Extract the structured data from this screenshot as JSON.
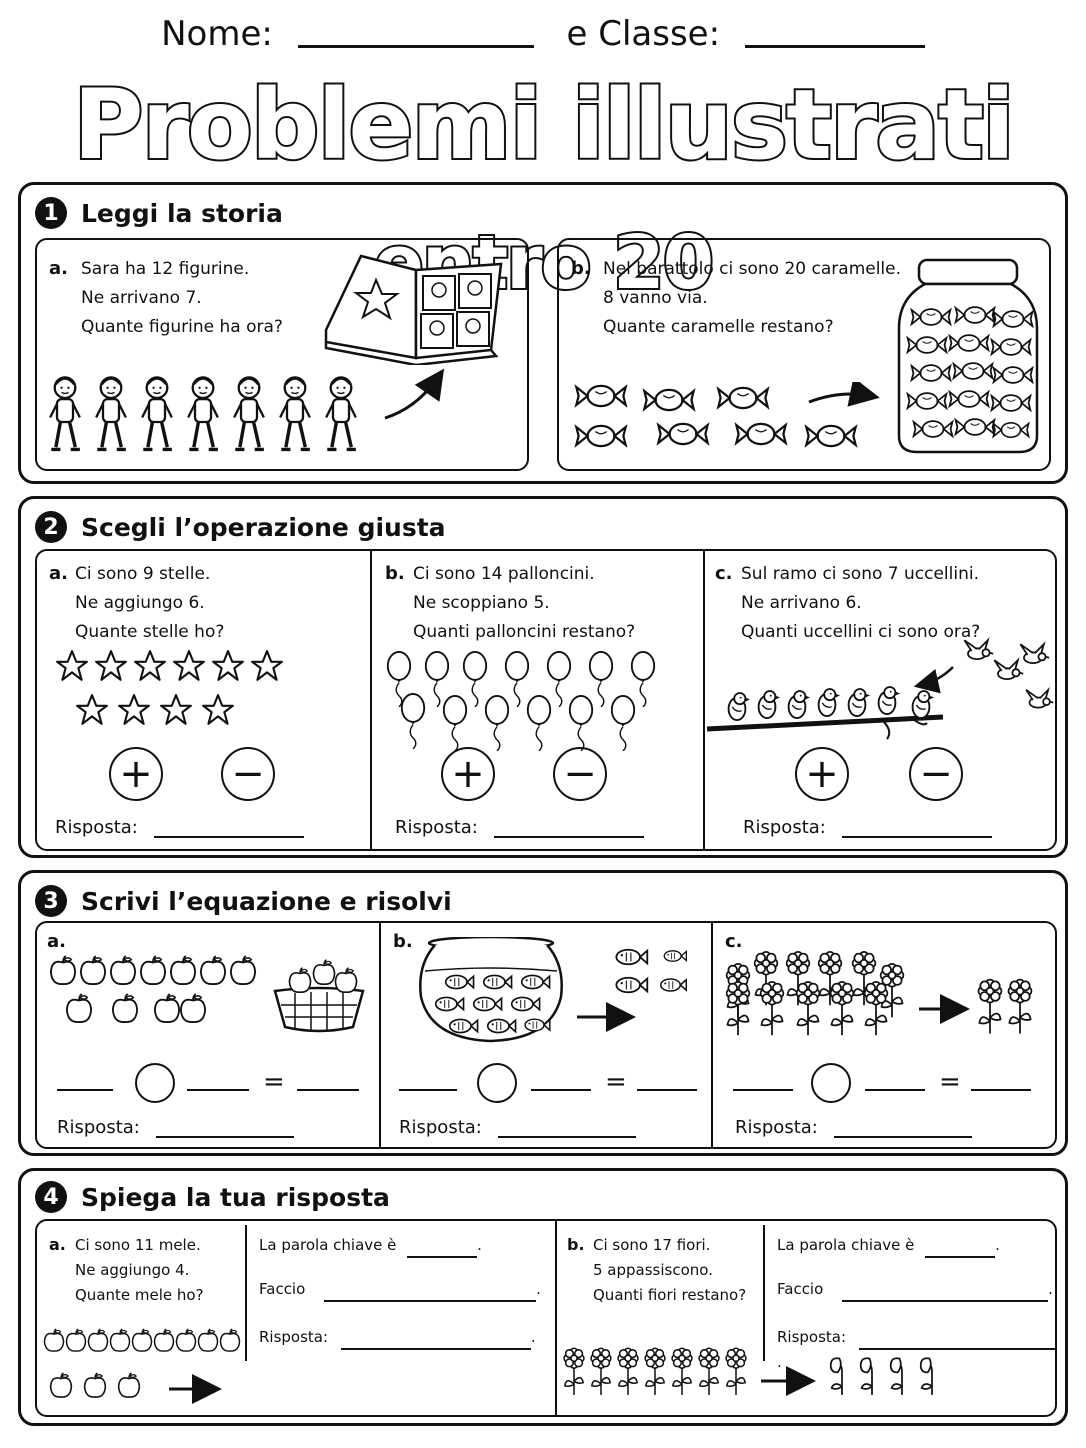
{
  "header": {
    "name_label": "Nome:",
    "class_label": "e Classe:"
  },
  "title": {
    "part1": "Problemi illustrati",
    "part2": "entro 20"
  },
  "s1": {
    "num": "1",
    "title": "Leggi la storia",
    "a": {
      "letter": "a.",
      "l1": "Sara ha 12 figurine.",
      "l2": "Ne arrivano 7.",
      "l3": "Quante figurine ha ora?"
    },
    "b": {
      "letter": "b.",
      "l1": "Nel barattolo ci sono 20 caramelle.",
      "l2": "8 vanno via.",
      "l3": "Quante caramelle restano?"
    }
  },
  "s2": {
    "num": "2",
    "title": "Scegli l’operazione giusta",
    "a": {
      "letter": "a.",
      "l1": "Ci sono 9 stelle.",
      "l2": "Ne aggiungo 6.",
      "l3": "Quante stelle ho?"
    },
    "b": {
      "letter": "b.",
      "l1": "Ci sono 14 palloncini.",
      "l2": "Ne scoppiano 5.",
      "l3": "Quanti palloncini restano?"
    },
    "c": {
      "letter": "c.",
      "l1": "Sul ramo ci sono 7 uccellini.",
      "l2": "Ne arrivano 6.",
      "l3": "Quanti uccellini ci sono ora?"
    },
    "plus": "+",
    "minus": "−",
    "answer": "Risposta:"
  },
  "s3": {
    "num": "3",
    "title": "Scrivi l’equazione e risolvi",
    "a": "a.",
    "b": "b.",
    "c": "c.",
    "eq": "=",
    "answer": "Risposta:"
  },
  "s4": {
    "num": "4",
    "title": "Spiega la tua risposta",
    "a": {
      "letter": "a.",
      "l1": "Ci sono 11 mele.",
      "l2": "Ne aggiungo 4.",
      "l3": "Quante mele ho?"
    },
    "b": {
      "letter": "b.",
      "l1": "Ci sono 17 fiori.",
      "l2": "5 appassiscono.",
      "l3": "Quanti fiori restano?"
    },
    "keyword": "La parola chiave è",
    "faccio": "Faccio",
    "answer": "Risposta:",
    "dot": "."
  }
}
